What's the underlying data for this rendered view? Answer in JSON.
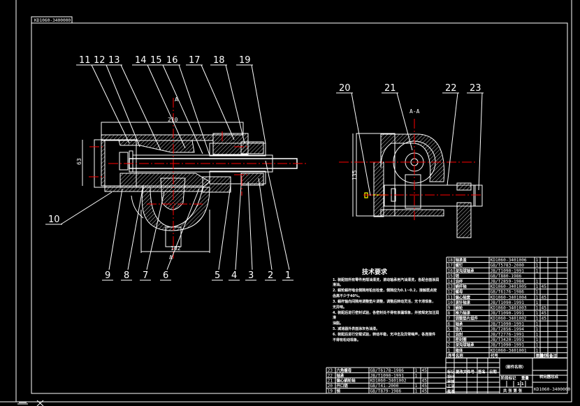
{
  "sheet": {
    "drawing_number_tab": "KD1060-3400000",
    "title_block": {
      "part_name": "（部件名称）",
      "assembly_name": "转向器总成",
      "drawing_number": "KD1060-3400000",
      "scale": "1:1",
      "design_label": "设计",
      "check_label": "审核",
      "process_label": "工艺",
      "approve_label": "批准",
      "mark_label": "标记",
      "change_label": "更改文件号",
      "sign_label": "签名",
      "date_label": "日期",
      "weight_label": "重量",
      "stage_label": "阶段标记",
      "sheet_label": "共 张 第 张"
    }
  },
  "part_labels": {
    "top": [
      "11",
      "12",
      "13",
      "14",
      "15",
      "16",
      "17",
      "18",
      "19"
    ],
    "left": "10",
    "bottom": [
      "9",
      "8",
      "7",
      "6",
      "5",
      "4",
      "3",
      "2",
      "1"
    ],
    "section": [
      "20",
      "21",
      "22",
      "23"
    ]
  },
  "dimensions": {
    "length": "210",
    "height": "63",
    "width": "102",
    "section_mark": "A",
    "section_view_title": "A-A",
    "section_height": "135"
  },
  "technical_requirements": {
    "title": "技术要求",
    "lines": [
      "1. 装配前所有零件用煤油清洗，滚动轴承用汽油清洗，各配合面涂润滑油。",
      "2. 蜗轮蜗杆啮合侧隙用铅丝检查，侧隙应为0.1~0.2，接触斑点按",
      "齿高不少于40%。",
      "3. 蜗杆轴向间隙用调整垫片调整，调整后转动灵活，无卡滞现象，",
      "无异响。",
      "4. 装配后进行密封试验，各密封处不得有渗漏现象，并按规定加注润滑",
      "油脂。",
      "5. 减速器外表面涂灰色油漆。",
      "6. 装配后进行空载试验，转动平稳，无冲击及异常噪声，各连接件",
      "不得有松动现象。"
    ]
  },
  "bom": {
    "header": [
      "序号",
      "名称",
      "代号",
      "数量",
      "材料",
      "备注"
    ],
    "rows": [
      [
        "18",
        "轴承盖",
        "KD1060-3401006",
        "1",
        "",
        ""
      ],
      [
        "17",
        "螺钉",
        "GB/T5783-2000",
        "1",
        "",
        ""
      ],
      [
        "16",
        "深沟球轴承",
        "JB/T1090-1991",
        "1",
        "",
        ""
      ],
      [
        "15",
        "销",
        "GB/T880-1986",
        "",
        "",
        ""
      ],
      [
        "14",
        "油杯",
        "JB/T2859-1984",
        "1",
        "",
        ""
      ],
      [
        "13",
        "蜗杆轴",
        "KD1060-3401005",
        "1",
        "45",
        ""
      ],
      [
        "12",
        "螺母",
        "GB/T6176-1986",
        "1",
        "",
        ""
      ],
      [
        "11",
        "偏心轴套",
        "KD1060-3401004",
        "1",
        "45",
        ""
      ],
      [
        "10",
        "滚针轴承",
        "JB/T1090-1991",
        "1",
        "",
        ""
      ],
      [
        "9",
        "蜗轮",
        "KD1060-3401003",
        "1",
        "45",
        ""
      ],
      [
        "8",
        "推力轴承",
        "JB/T1090-1991",
        "1",
        "45",
        ""
      ],
      [
        "7",
        "调整垫片组件",
        "KD1060-3401002",
        "1",
        "45",
        ""
      ],
      [
        "6",
        "轴承",
        "JB/T1090-1991",
        "1",
        "",
        ""
      ],
      [
        "5",
        "垫片",
        "JB/T2856-1994",
        "1",
        "",
        ""
      ],
      [
        "4",
        "油封",
        "JB/T2776-1991",
        "1",
        "",
        ""
      ],
      [
        "3",
        "密封圈",
        "JB/T3420-1991",
        "1",
        "",
        ""
      ],
      [
        "2",
        "深沟球轴承",
        "JB/T1090-1991",
        "1",
        "",
        ""
      ],
      [
        "1",
        "箱体",
        "KD1060-3401001",
        "1",
        "",
        ""
      ]
    ],
    "rows_lower": [
      [
        "23",
        "六角螺母",
        "GB/T6178-1986",
        "1",
        "45"
      ],
      [
        "22",
        "轴承",
        "JB/T1090-1991",
        "1",
        ""
      ],
      [
        "21",
        "偏心蜗轮轴",
        "KD1060-3401002",
        "",
        "45"
      ],
      [
        "20",
        "开口销",
        "GB/T41-2000",
        "1",
        "45"
      ],
      [
        "19",
        "销",
        "GB/T879-1986",
        "1",
        "45"
      ]
    ]
  },
  "colors": {
    "background": "#000000",
    "lines": "#ffffff",
    "centerlines": "#ff0000",
    "highlight": "#ffff00"
  }
}
